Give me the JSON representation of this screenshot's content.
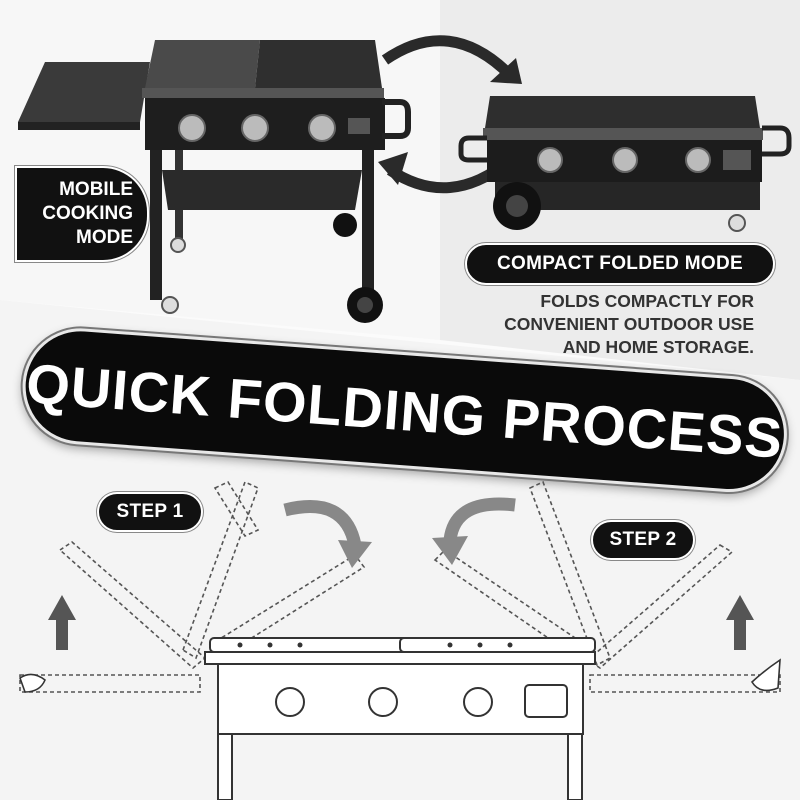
{
  "labels": {
    "mobile_line1": "MOBILE",
    "mobile_line2": "COOKING",
    "mobile_line3": "MODE",
    "compact": "COMPACT FOLDED MODE",
    "description_line1": "FOLDS COMPACTLY FOR",
    "description_line2": "CONVENIENT OUTDOOR USE",
    "description_line3": "AND HOME STORAGE.",
    "banner": "QUICK FOLDING PROCESS",
    "step1": "STEP 1",
    "step2": "STEP 2"
  },
  "icons": {
    "curved_arrow": "curved-arrow-icon",
    "up_arrow": "up-arrow-icon",
    "hand": "hand-icon"
  },
  "colors": {
    "pill_background": "#111111",
    "pill_text": "#ffffff",
    "description_text": "#333333",
    "grill_body": "#2b2b2b",
    "line_drawing": "#444444"
  }
}
